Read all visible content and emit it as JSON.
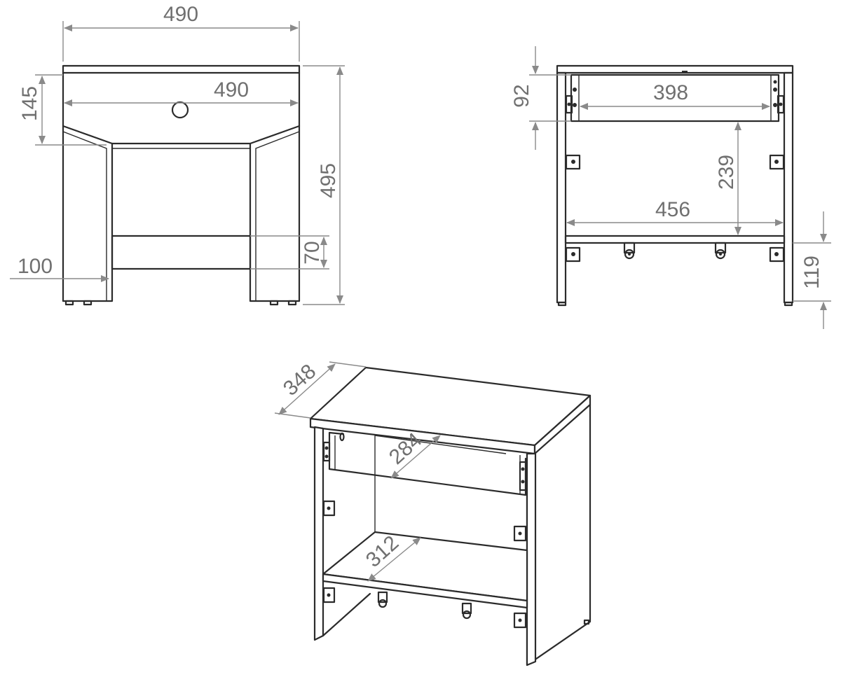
{
  "views": {
    "front": {
      "width_top": "490",
      "width_drawer": "490",
      "drawer_height": "145",
      "total_height": "495",
      "leg_width": "100",
      "rail_height": "70"
    },
    "section": {
      "drawer_height": "92",
      "drawer_width": "398",
      "shelf_gap": "239",
      "inner_width": "456",
      "plinth_height": "119"
    },
    "isometric": {
      "depth": "348",
      "drawer_depth": "284",
      "shelf_depth": "312"
    }
  },
  "colors": {
    "line": "#2b2b2b",
    "dimension": "#8a8a8a",
    "text": "#707070"
  }
}
